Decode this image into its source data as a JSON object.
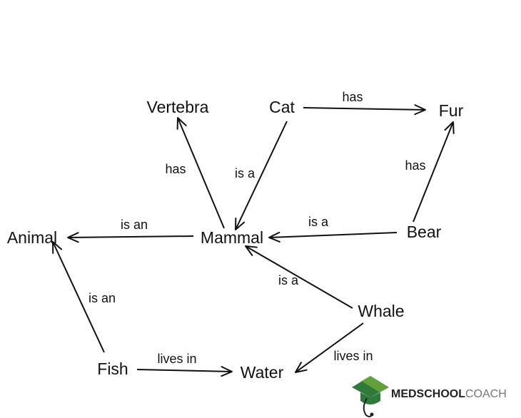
{
  "diagram": {
    "nodes": [
      {
        "id": "vertebra",
        "label": "Vertebra"
      },
      {
        "id": "cat",
        "label": "Cat"
      },
      {
        "id": "fur",
        "label": "Fur"
      },
      {
        "id": "animal",
        "label": "Animal"
      },
      {
        "id": "mammal",
        "label": "Mammal"
      },
      {
        "id": "bear",
        "label": "Bear"
      },
      {
        "id": "whale",
        "label": "Whale"
      },
      {
        "id": "fish",
        "label": "Fish"
      },
      {
        "id": "water",
        "label": "Water"
      }
    ],
    "edges": [
      {
        "id": "cat-fur",
        "from": "cat",
        "to": "fur",
        "label": "has"
      },
      {
        "id": "mammal-vertebra",
        "from": "mammal",
        "to": "vertebra",
        "label": "has"
      },
      {
        "id": "cat-mammal",
        "from": "cat",
        "to": "mammal",
        "label": "is a"
      },
      {
        "id": "bear-fur",
        "from": "bear",
        "to": "fur",
        "label": "has"
      },
      {
        "id": "mammal-animal",
        "from": "mammal",
        "to": "animal",
        "label": "is an"
      },
      {
        "id": "bear-mammal",
        "from": "bear",
        "to": "mammal",
        "label": "is a"
      },
      {
        "id": "whale-mammal",
        "from": "whale",
        "to": "mammal",
        "label": "is a"
      },
      {
        "id": "fish-animal",
        "from": "fish",
        "to": "animal",
        "label": "is an"
      },
      {
        "id": "fish-water",
        "from": "fish",
        "to": "water",
        "label": "lives in"
      },
      {
        "id": "whale-water",
        "from": "whale",
        "to": "water",
        "label": "lives in"
      }
    ]
  },
  "logo": {
    "text_bold": "MEDSCHOOL",
    "text_light": "COACH",
    "icon": "graduation-cap-stethoscope-icon",
    "colors": {
      "green": "#2f7a3a",
      "green_light": "#8cbf3f",
      "dark": "#222222",
      "gray": "#777777"
    }
  }
}
